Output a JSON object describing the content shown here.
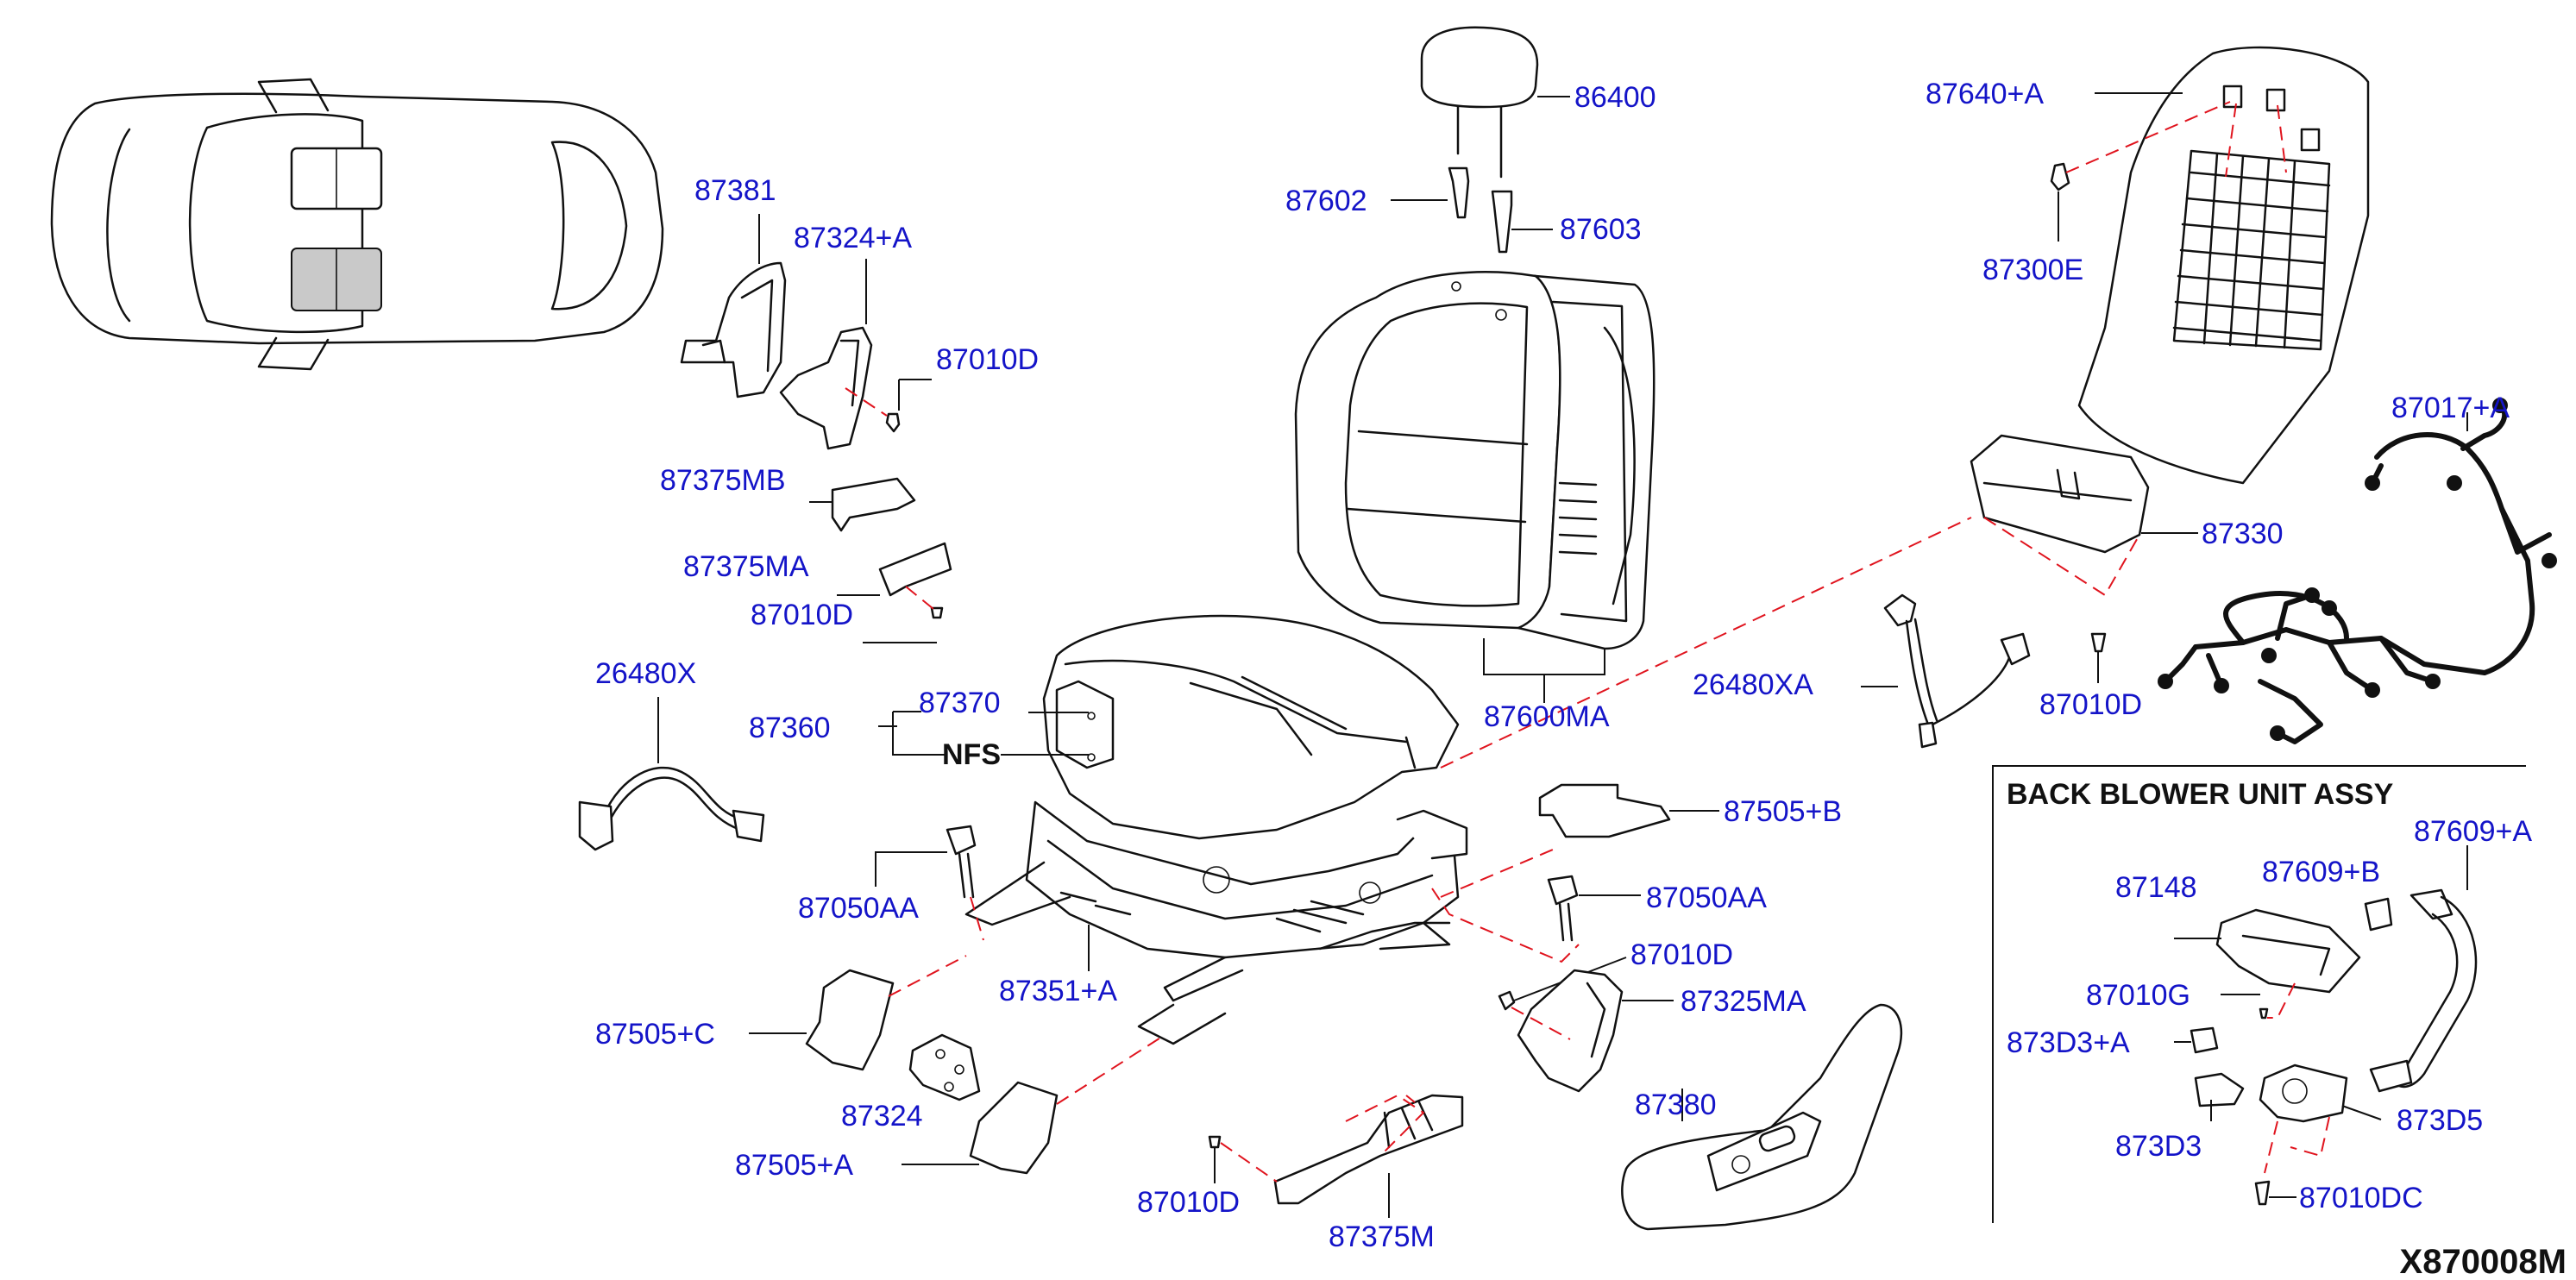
{
  "diagram_code": "X870008M",
  "inset_title": "BACK BLOWER UNIT ASSY",
  "labels": {
    "p86400": "86400",
    "p87602": "87602",
    "p87603": "87603",
    "p87600ma": "87600MA",
    "p87640a": "87640+A",
    "p87300e": "87300E",
    "p87017a": "87017+A",
    "p87330": "87330",
    "p87010d_right": "87010D",
    "p26480xa": "26480XA",
    "p87381": "87381",
    "p87324a": "87324+A",
    "p87010d_top": "87010D",
    "p87375mb": "87375MB",
    "p87375ma": "87375MA",
    "p87010d_left": "87010D",
    "p26480x": "26480X",
    "p87370": "87370",
    "p87360": "87360",
    "nfs": "NFS",
    "p87050aa_left": "87050AA",
    "p87505c": "87505+C",
    "p87351a": "87351+A",
    "p87324": "87324",
    "p87505a": "87505+A",
    "p87010d_bottom": "87010D",
    "p87375m": "87375M",
    "p87505b": "87505+B",
    "p87050aa_right": "87050AA",
    "p87010d_mid": "87010D",
    "p87325ma": "87325MA",
    "p87380": "87380",
    "p87148": "87148",
    "p87609b": "87609+B",
    "p87609a": "87609+A",
    "p87010g": "87010G",
    "p873d3a": "873D3+A",
    "p873d3": "873D3",
    "p873d5": "873D5",
    "p87010dc": "87010DC"
  }
}
